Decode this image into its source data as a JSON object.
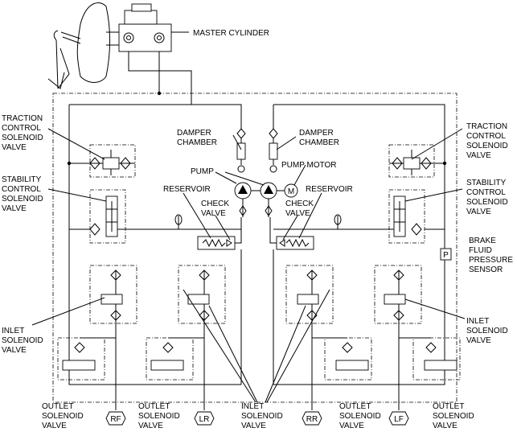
{
  "labels": {
    "master_cylinder": "MASTER CYLINDER",
    "traction_left": [
      "TRACTION",
      "CONTROL",
      "SOLENOID",
      "VALVE"
    ],
    "traction_right": [
      "TRACTION",
      "CONTROL",
      "SOLENOID",
      "VALVE"
    ],
    "stability_left": [
      "STABILITY",
      "CONTROL",
      "SOLENOID",
      "VALVE"
    ],
    "stability_right": [
      "STABILITY",
      "CONTROL",
      "SOLENOID",
      "VALVE"
    ],
    "damper_left": [
      "DAMPER",
      "CHAMBER"
    ],
    "damper_right": [
      "DAMPER",
      "CHAMBER"
    ],
    "pump": "PUMP",
    "pump_motor": "PUMP MOTOR",
    "reservoir_left": "RESERVOIR",
    "reservoir_right": "RESERVOIR",
    "check_left": [
      "CHECK",
      "VALVE"
    ],
    "check_right": [
      "CHECK",
      "VALVE"
    ],
    "brake_sensor": [
      "BRAKE",
      "FLUID",
      "PRESSURE",
      "SENSOR"
    ],
    "inlet_left": [
      "INLET",
      "SOLENOID",
      "VALVE"
    ],
    "inlet_right": [
      "INLET",
      "SOLENOID",
      "VALVE"
    ],
    "inlet_center": [
      "INLET",
      "SOLENOID",
      "VALVE"
    ],
    "outlet_1": [
      "OUTLET",
      "SOLENOID",
      "VALVE"
    ],
    "outlet_2": [
      "OUTLET",
      "SOLENOID",
      "VALVE"
    ],
    "outlet_3": [
      "OUTLET",
      "SOLENOID",
      "VALVE"
    ],
    "outlet_4": [
      "OUTLET",
      "SOLENOID",
      "VALVE"
    ]
  },
  "wheels": [
    "RF",
    "LR",
    "RR",
    "LF"
  ],
  "motor_symbol": "M",
  "sensor_symbol": "P"
}
